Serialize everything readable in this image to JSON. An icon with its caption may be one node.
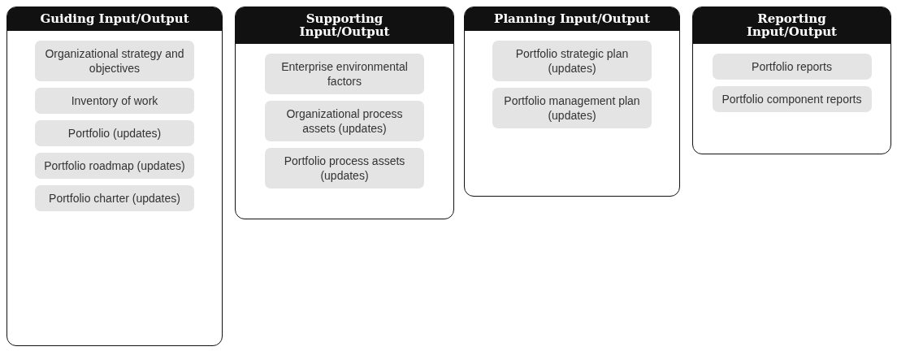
{
  "diagram": {
    "nodes": [
      {
        "text": [
          "Guiding Input/Output"
        ]
      },
      {
        "text": [
          "Organizational strategy and objectives"
        ],
        "in": 0
      },
      {
        "text": [
          "Inventory of work"
        ],
        "in": 0
      },
      {
        "text": [
          "Portfolio (updates)"
        ],
        "in": 0
      },
      {
        "text": [
          "Portfolio roadmap (updates)"
        ],
        "in": 0
      },
      {
        "text": [
          "Portfolio charter (updates)"
        ],
        "in": 0
      },
      {
        "text": [
          "Supporting Input/Output"
        ]
      },
      {
        "text": [
          "Enterprise environmental factors"
        ],
        "in": 6
      },
      {
        "text": [
          "Organizational process assets (updates)"
        ],
        "in": 6
      },
      {
        "text": [
          "Portfolio process assets (updates)"
        ],
        "in": 6
      },
      {
        "text": [
          "Planning Input/Output"
        ]
      },
      {
        "text": [
          "Portfolio strategic plan (updates)"
        ],
        "in": 10
      },
      {
        "text": [
          "Portfolio management plan (updates)"
        ],
        "in": 10
      },
      {
        "text": [
          "Reporting Input/Output"
        ]
      },
      {
        "text": [
          "Portfolio reports"
        ],
        "in": 13
      },
      {
        "text": [
          "Portfolio component reports"
        ],
        "in": 13
      }
    ]
  }
}
